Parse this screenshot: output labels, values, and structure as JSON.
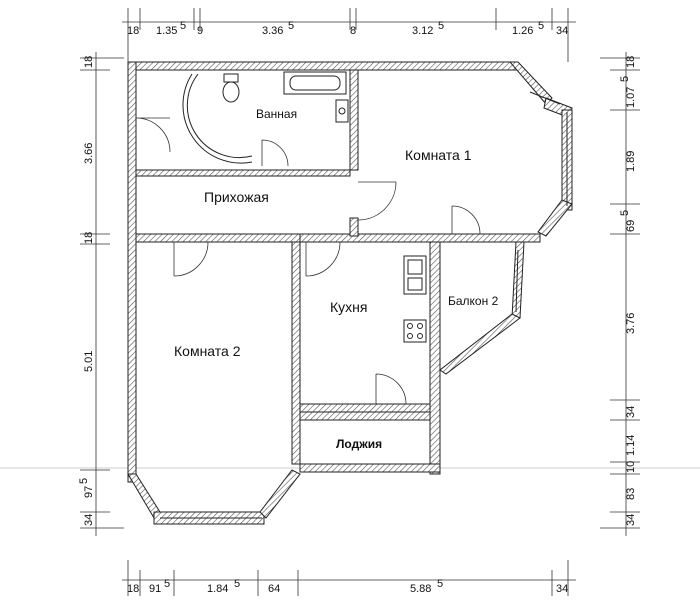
{
  "rooms": {
    "bathroom": "Ванная",
    "room1": "Комната 1",
    "hallway": "Прихожая",
    "room2": "Комната 2",
    "kitchen": "Кухня",
    "balcony2": "Балкон 2",
    "loggia": "Лоджия"
  },
  "dims_top": [
    "18",
    "1.35",
    "5",
    "9",
    "3.36",
    "5",
    "8",
    "3.12",
    "5",
    "1.26",
    "5",
    "34"
  ],
  "dims_bottom": [
    "18",
    "91",
    "5",
    "1.84",
    "5",
    "64",
    "5.88",
    "5",
    "34"
  ],
  "dims_left": [
    "18",
    "3.66",
    "18",
    "5.01",
    "97",
    "5",
    "34"
  ],
  "dims_right": [
    "18",
    "1.07",
    "5",
    "1.89",
    "69",
    "5",
    "3.76",
    "34",
    "1.14",
    "10",
    "83",
    "34"
  ]
}
